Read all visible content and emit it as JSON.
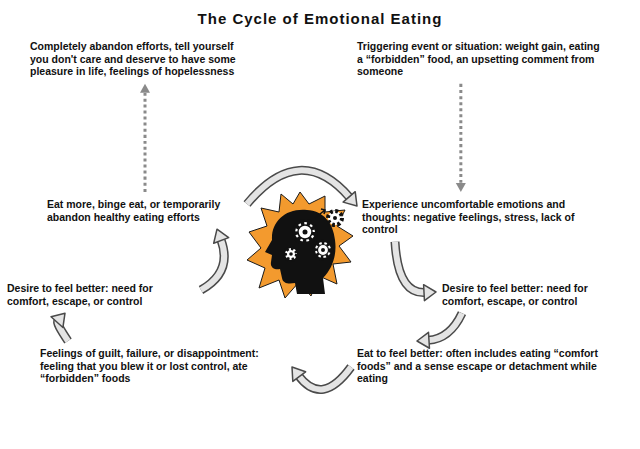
{
  "diagram": {
    "title": "The Cycle of Emotional Eating",
    "nodes": [
      {
        "text": [
          "Completely abandon efforts, tell yourself you don't care and deserve to have some pleasure in life, feelings of hopelessness"
        ]
      },
      {
        "text": [
          "Triggering event or situation: weight gain, eating a “forbidden” food, an upsetting comment from someone"
        ]
      },
      {
        "text": [
          "Eat more, binge eat, or temporarily abandon healthy eating efforts"
        ]
      },
      {
        "text": [
          "Experience uncomfortable emotions and thoughts: negative feelings, stress, lack of control"
        ]
      },
      {
        "text": [
          "Desire to feel better: need for comfort, escape, or control"
        ]
      },
      {
        "text": [
          "Desire to feel better: need for comfort, escape, or control"
        ]
      },
      {
        "text": [
          "Feelings of guilt, failure, or disappointment: feeling that you blew it or lost control, ate “forbidden” foods"
        ]
      },
      {
        "text": [
          "Eat to feel better: often includes eating “comfort foods” and a sense escape or detachment while eating"
        ]
      }
    ],
    "edges": [
      {
        "from": 1,
        "to": 3,
        "arrow": "to"
      },
      {
        "from": 2,
        "to": 0,
        "arrow": "to"
      },
      {
        "from": 2,
        "to": 3,
        "arrow": "to"
      },
      {
        "from": 3,
        "to": 5,
        "arrow": "to"
      },
      {
        "from": 5,
        "to": 7,
        "arrow": "to"
      },
      {
        "from": 7,
        "to": 6,
        "arrow": "to"
      },
      {
        "from": 6,
        "to": 4,
        "arrow": "to"
      },
      {
        "from": 4,
        "to": 2,
        "arrow": "to"
      }
    ]
  }
}
